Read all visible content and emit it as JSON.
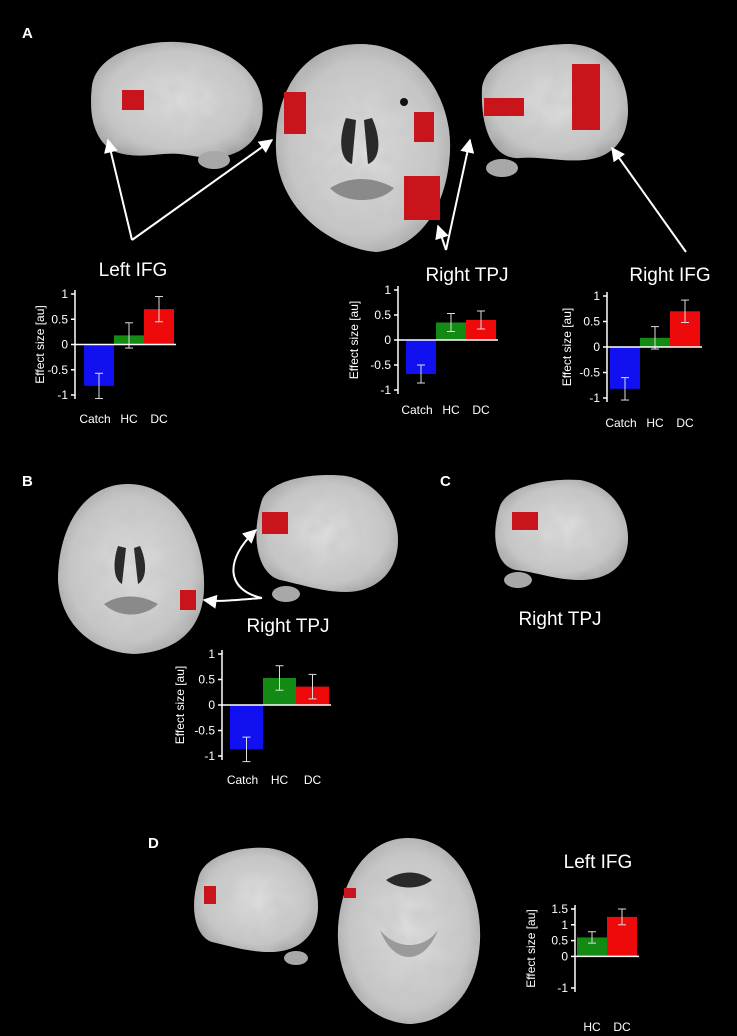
{
  "panels": {
    "A": {
      "letter": "A"
    },
    "B": {
      "letter": "B"
    },
    "C": {
      "letter": "C",
      "label": "Right TPJ"
    },
    "D": {
      "letter": "D"
    }
  },
  "colors": {
    "catch": "#1010f0",
    "hc": "#138a13",
    "dc": "#ee0a0a",
    "activation": "#c8141a",
    "brain": "#c9c9c9"
  },
  "chart_data": [
    {
      "id": "A-left-ifg",
      "type": "bar",
      "title": "Left IFG",
      "ylabel": "Effect size [au]",
      "categories": [
        "Catch",
        "HC",
        "DC"
      ],
      "values": [
        -0.82,
        0.18,
        0.7
      ],
      "errors": [
        0.25,
        0.25,
        0.25
      ],
      "ylim": [
        -1,
        1
      ],
      "yticks": [
        "1",
        "0.5",
        "0",
        "-0.5",
        "-1"
      ],
      "tick_values": [
        1,
        0.5,
        0,
        -0.5,
        -1
      ]
    },
    {
      "id": "A-right-tpj",
      "type": "bar",
      "title": "Right TPJ",
      "ylabel": "Effect size [au]",
      "categories": [
        "Catch",
        "HC",
        "DC"
      ],
      "values": [
        -0.68,
        0.35,
        0.4
      ],
      "errors": [
        0.18,
        0.18,
        0.18
      ],
      "ylim": [
        -1,
        1
      ],
      "yticks": [
        "1",
        "0.5",
        "0",
        "-0.5",
        "-1"
      ],
      "tick_values": [
        1,
        0.5,
        0,
        -0.5,
        -1
      ]
    },
    {
      "id": "A-right-ifg",
      "type": "bar",
      "title": "Right IFG",
      "ylabel": "Effect size [au]",
      "categories": [
        "Catch",
        "HC",
        "DC"
      ],
      "values": [
        -0.82,
        0.18,
        0.7
      ],
      "errors": [
        0.22,
        0.22,
        0.22
      ],
      "ylim": [
        -1,
        1
      ],
      "yticks": [
        "1",
        "0.5",
        "0",
        "-0.5",
        "-1"
      ],
      "tick_values": [
        1,
        0.5,
        0,
        -0.5,
        -1
      ]
    },
    {
      "id": "B-right-tpj",
      "type": "bar",
      "title": "Right TPJ",
      "ylabel": "Effect size [au]",
      "categories": [
        "Catch",
        "HC",
        "DC"
      ],
      "values": [
        -0.87,
        0.53,
        0.36
      ],
      "errors": [
        0.24,
        0.24,
        0.24
      ],
      "ylim": [
        -1,
        1
      ],
      "yticks": [
        "1",
        "0.5",
        "0",
        "-0.5",
        "-1"
      ],
      "tick_values": [
        1,
        0.5,
        0,
        -0.5,
        -1
      ]
    },
    {
      "id": "D-left-ifg",
      "type": "bar",
      "title": "Left IFG",
      "ylabel": "Effect size [au]",
      "categories": [
        "HC",
        "DC"
      ],
      "values": [
        0.6,
        1.25
      ],
      "errors": [
        0.18,
        0.25
      ],
      "ylim": [
        -1,
        1.5
      ],
      "yticks": [
        "1.5",
        "1",
        "0.5",
        "0",
        "-1"
      ],
      "tick_values": [
        1.5,
        1,
        0.5,
        0,
        -1
      ]
    }
  ]
}
